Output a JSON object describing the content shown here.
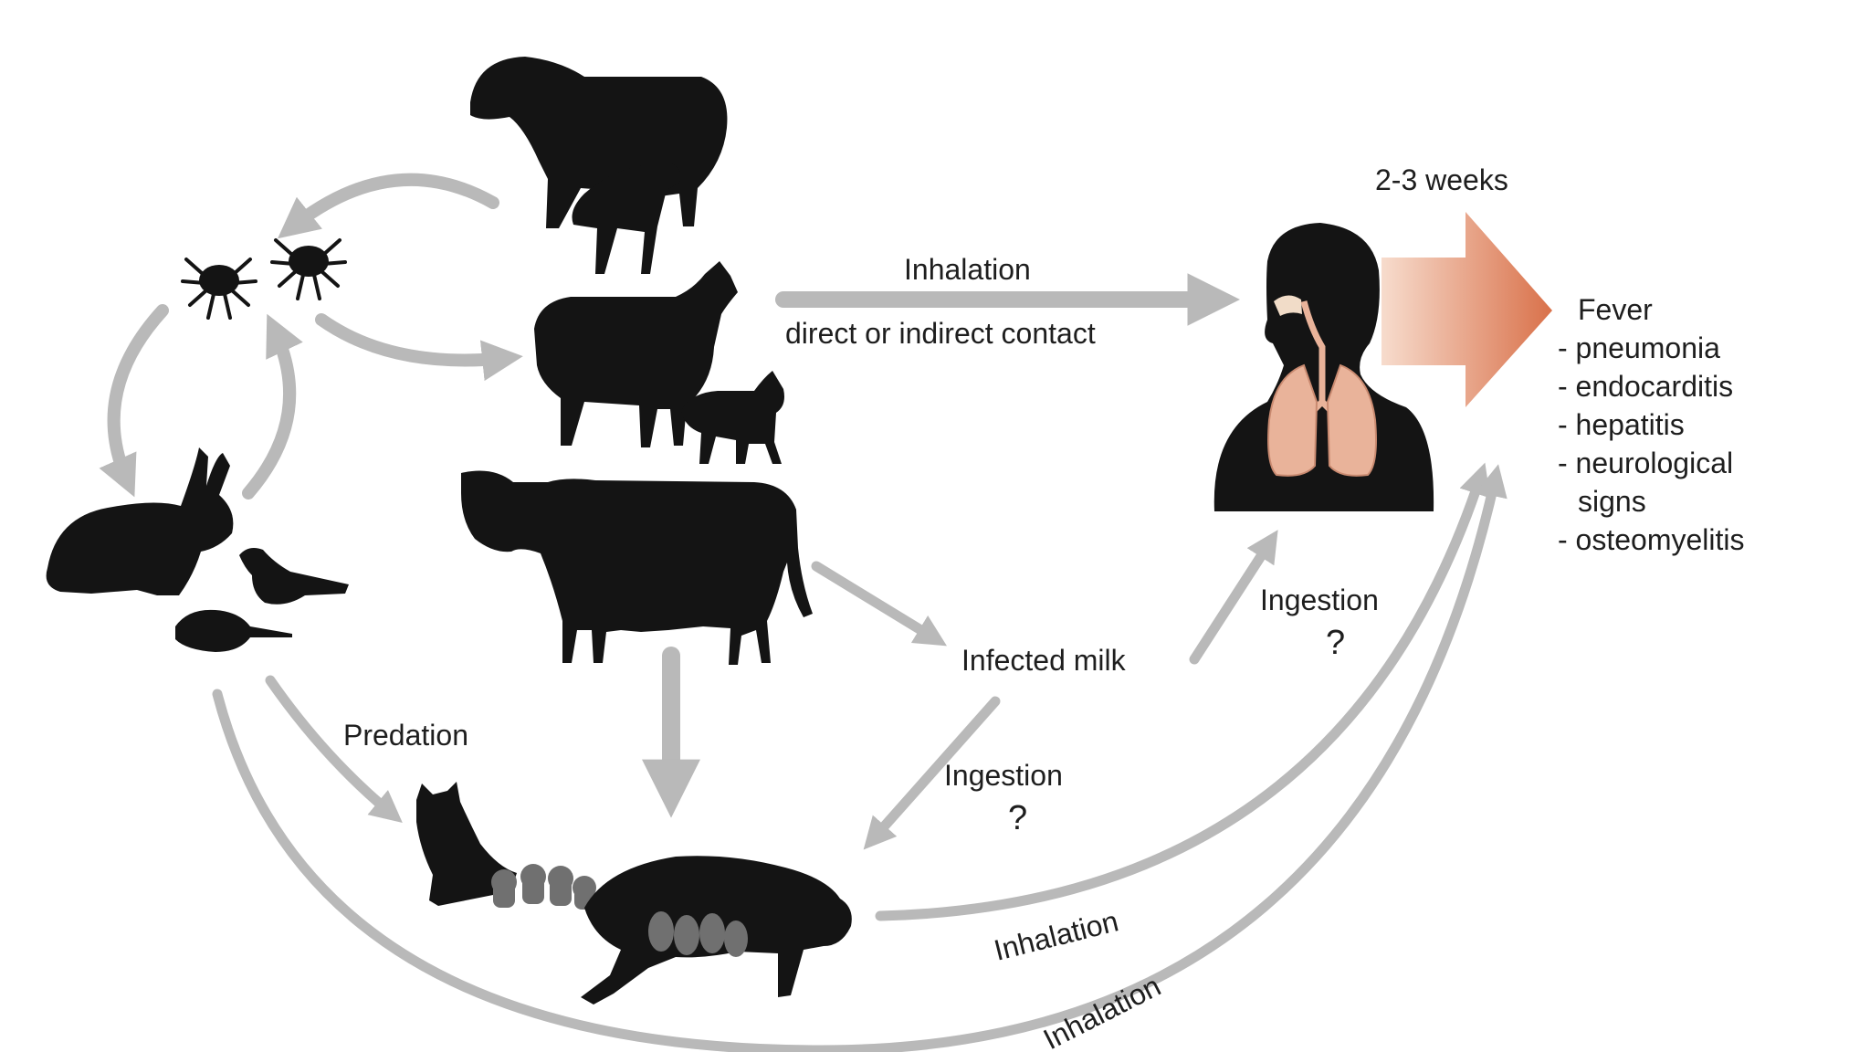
{
  "labels": {
    "incubation": "2-3 weeks",
    "inhalation_main": "Inhalation",
    "contact": "direct or indirect contact",
    "infected_milk": "Infected milk",
    "ingestion_human": "Ingestion",
    "ingestion_human_q": "?",
    "ingestion_pets": "Ingestion",
    "ingestion_pets_q": "?",
    "predation": "Predation",
    "inhalation_pets": "Inhalation",
    "inhalation_wild": "Inhalation"
  },
  "symptoms": {
    "title": "Fever",
    "items": [
      "- pneumonia",
      "- endocarditis",
      "- hepatitis",
      "- neurological",
      "signs",
      "- osteomyelitis"
    ]
  },
  "colors": {
    "arrow": "#b9b9b9",
    "silhouette": "#141414",
    "lung": "#e9b39a",
    "incubation_arrow_start": "#f7dccd",
    "incubation_arrow_end": "#d9714a"
  }
}
